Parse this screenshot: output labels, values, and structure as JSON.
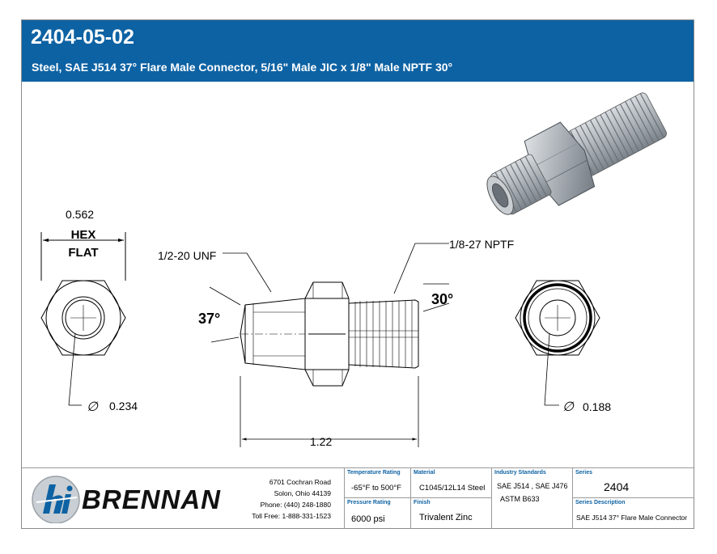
{
  "header": {
    "part_number": "2404-05-02",
    "description": "Steel, SAE J514 37° Flare Male Connector, 5/16\" Male JIC x 1/8\" Male NPTF 30°"
  },
  "drawing": {
    "hex_flat_value": "0.562",
    "hex_label_line1": "HEX",
    "hex_label_line2": "FLAT",
    "thread_jic": "1/2-20 UNF",
    "thread_nptf": "1/8-27 NPTF",
    "angle_jic": "37°",
    "angle_nptf": "30°",
    "bore_left_symbol": "∅",
    "bore_left": "0.234",
    "bore_right_symbol": "∅",
    "bore_right": "0.188",
    "overall_length": "1.22"
  },
  "footer": {
    "company": "BRENNAN",
    "address_line1": "6701 Cochran Road",
    "address_line2": "Solon, Ohio 44139",
    "phone": "Phone: (440) 248-1880",
    "toll_free": "Toll Free: 1-888-331-1523",
    "temperature_label": "Temperature Rating",
    "temperature_value": "-65°F to 500°F",
    "pressure_label": "Pressure Rating",
    "pressure_value": "6000 psi",
    "material_label": "Material",
    "material_value": "C1045/12L14 Steel",
    "finish_label": "Finish",
    "finish_value": "Trivalent Zinc",
    "standards_label": "Industry Standards",
    "standards_line1": "SAE J514 , SAE J476",
    "standards_line2": "ASTM B633",
    "series_label": "Series",
    "series_value": "2404",
    "series_desc_label": "Series Description",
    "series_desc_value": "SAE J514 37° Flare Male Connector"
  },
  "colors": {
    "brand_blue": "#0d62a3",
    "line": "#000000"
  }
}
